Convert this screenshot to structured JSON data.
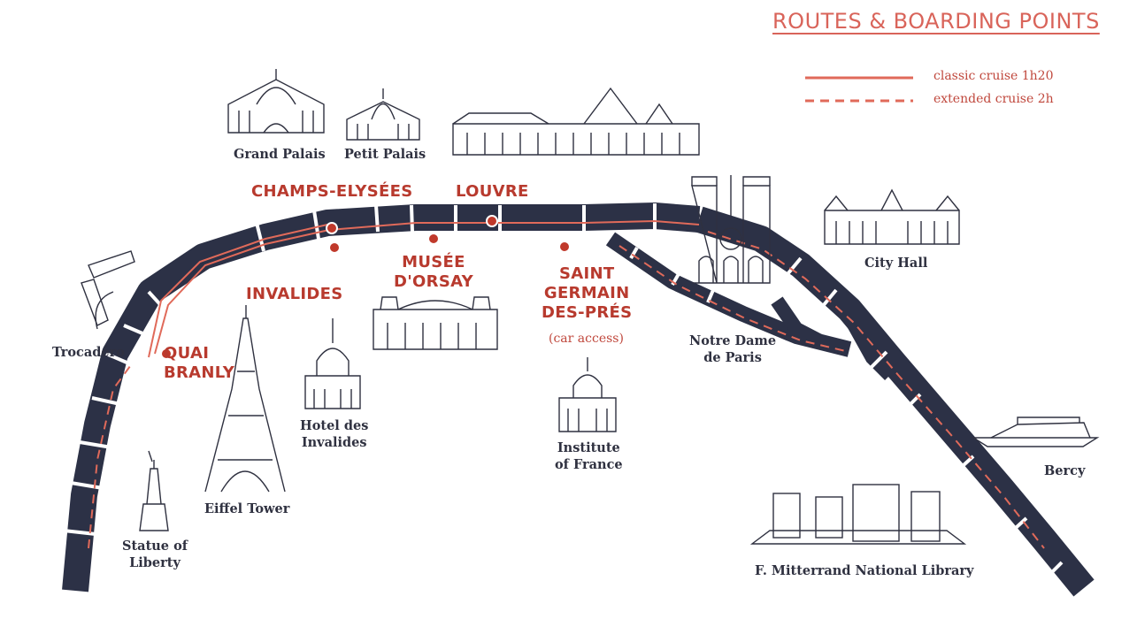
{
  "title": "ROUTES & BOARDING POINTS",
  "legend": {
    "classic": "classic cruise 1h20",
    "extended": "extended cruise 2h"
  },
  "colors": {
    "river": "#2c3146",
    "route": "#e06a5a",
    "stop": "#c0392b",
    "text_dark": "#2f3140",
    "text_accent": "#b83a2e"
  },
  "boarding_points": {
    "champs": "CHAMPS-ELYSÉES",
    "louvre": "LOUVRE",
    "invalides": "INVALIDES",
    "orsay_1": "MUSÉE",
    "orsay_2": "D'ORSAY",
    "quai_1": "QUAI",
    "quai_2": "BRANLY",
    "saint_1": "SAINT",
    "saint_2": "GERMAIN",
    "saint_3": "DES-PRÉS",
    "saint_note": "(car access)"
  },
  "landmarks": {
    "grand_palais": "Grand Palais",
    "petit_palais": "Petit Palais",
    "trocadero": "Trocadéro",
    "eiffel": "Eiffel Tower",
    "hotel_1": "Hotel des",
    "hotel_2": "Invalides",
    "statue_1": "Statue of",
    "statue_2": "Liberty",
    "institute_1": "Institute",
    "institute_2": "of France",
    "notre_1": "Notre Dame",
    "notre_2": "de Paris",
    "city_hall": "City Hall",
    "bercy": "Bercy",
    "library": "F. Mitterrand National Library"
  }
}
